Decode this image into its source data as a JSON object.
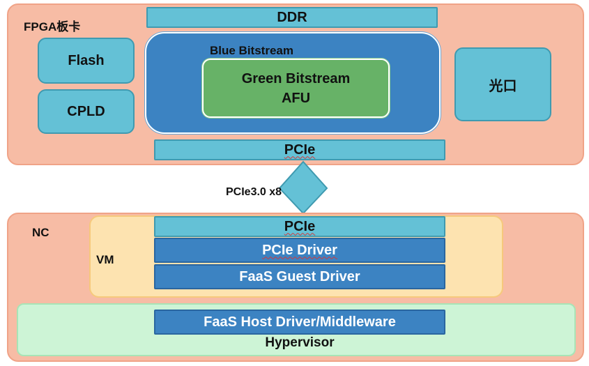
{
  "fpga": {
    "title": "FPGA板卡",
    "ddr": "DDR",
    "flash": "Flash",
    "cpld": "CPLD",
    "blue_bitstream": "Blue Bitstream",
    "green_line1": "Green Bitstream",
    "green_line2": "AFU",
    "optical": "光口",
    "pcie": "PCIe"
  },
  "link": {
    "label": "PCIe3.0 x8"
  },
  "nc": {
    "title": "NC",
    "vm_label": "VM",
    "vm_pcie": "PCIe",
    "pcie_driver": "PCIe Driver",
    "faas_guest_driver": "FaaS Guest Driver",
    "faas_host_driver": "FaaS Host Driver/Middleware",
    "hypervisor": "Hypervisor"
  },
  "colors": {
    "salmon": "#f7bca5",
    "cyan": "#64c1d6",
    "blue": "#3c83c2",
    "green": "#67b267",
    "yellow": "#fde3b0",
    "light_green": "#cdf4d6"
  }
}
